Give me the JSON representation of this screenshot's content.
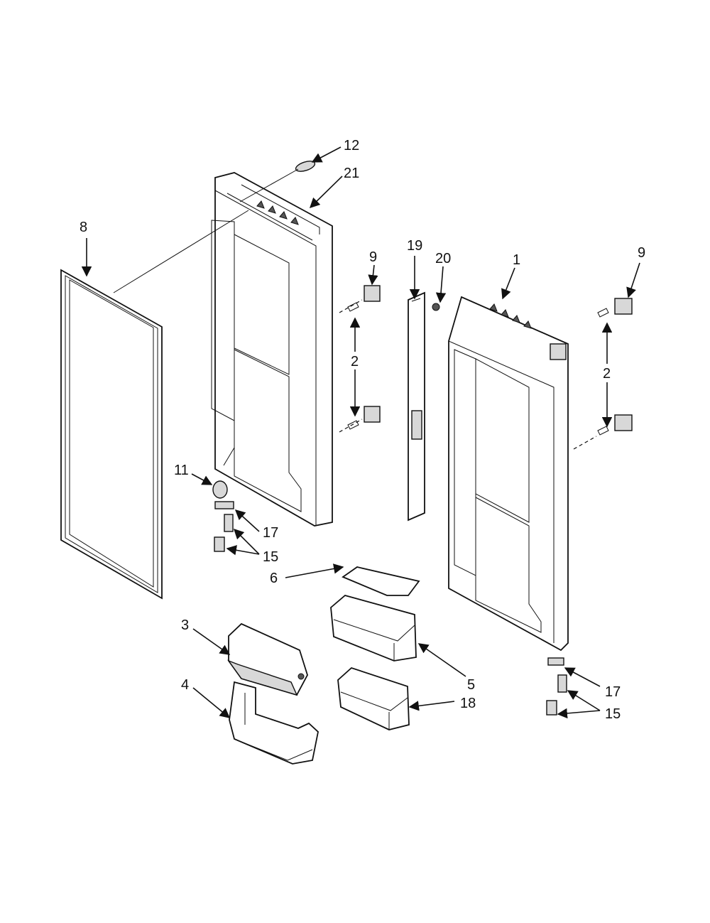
{
  "diagram": {
    "callouts": [
      {
        "id": "c12a",
        "text": "12"
      },
      {
        "id": "c21",
        "text": "21"
      },
      {
        "id": "c8",
        "text": "8"
      },
      {
        "id": "c9a",
        "text": "9"
      },
      {
        "id": "c19",
        "text": "19"
      },
      {
        "id": "c20",
        "text": "20"
      },
      {
        "id": "c1",
        "text": "1"
      },
      {
        "id": "c9b",
        "text": "9"
      },
      {
        "id": "c2a",
        "text": "2"
      },
      {
        "id": "c2b",
        "text": "2"
      },
      {
        "id": "c11",
        "text": "11"
      },
      {
        "id": "c17a",
        "text": "17"
      },
      {
        "id": "c15a",
        "text": "15"
      },
      {
        "id": "c6",
        "text": "6"
      },
      {
        "id": "c3",
        "text": "3"
      },
      {
        "id": "c4",
        "text": "4"
      },
      {
        "id": "c5",
        "text": "5"
      },
      {
        "id": "c18",
        "text": "18"
      },
      {
        "id": "c17b",
        "text": "17"
      },
      {
        "id": "c15b",
        "text": "15"
      }
    ]
  }
}
